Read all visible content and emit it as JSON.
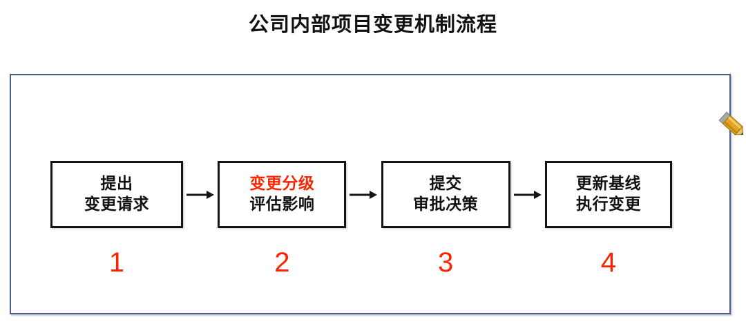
{
  "slide": {
    "title": "公司内部项目变更机制流程",
    "background_color": "#ffffff"
  },
  "frame": {
    "border_color": "#4a5e86"
  },
  "colors": {
    "accent_red": "#fa2800",
    "number_red": "#fa2400",
    "node_border": "#141414",
    "text_black": "#111111"
  },
  "flow": {
    "nodes": [
      {
        "line1": "提出",
        "line2": "变更请求",
        "line1_color": "#111111",
        "step": "1"
      },
      {
        "line1": "变更分级",
        "line2": "评估影响",
        "line1_color": "#fa2800",
        "step": "2"
      },
      {
        "line1": "提交",
        "line2": "审批决策",
        "line1_color": "#111111",
        "step": "3"
      },
      {
        "line1": "更新基线",
        "line2": "执行变更",
        "line1_color": "#111111",
        "step": "4"
      }
    ],
    "connectors": [
      {
        "name": "arrow-1-to-2"
      },
      {
        "name": "arrow-2-to-3"
      },
      {
        "name": "arrow-3-to-4"
      }
    ]
  },
  "cursor": {
    "icon": "pencil-icon",
    "body_color": "#e0a020",
    "tip_color": "#b0b0b0"
  }
}
